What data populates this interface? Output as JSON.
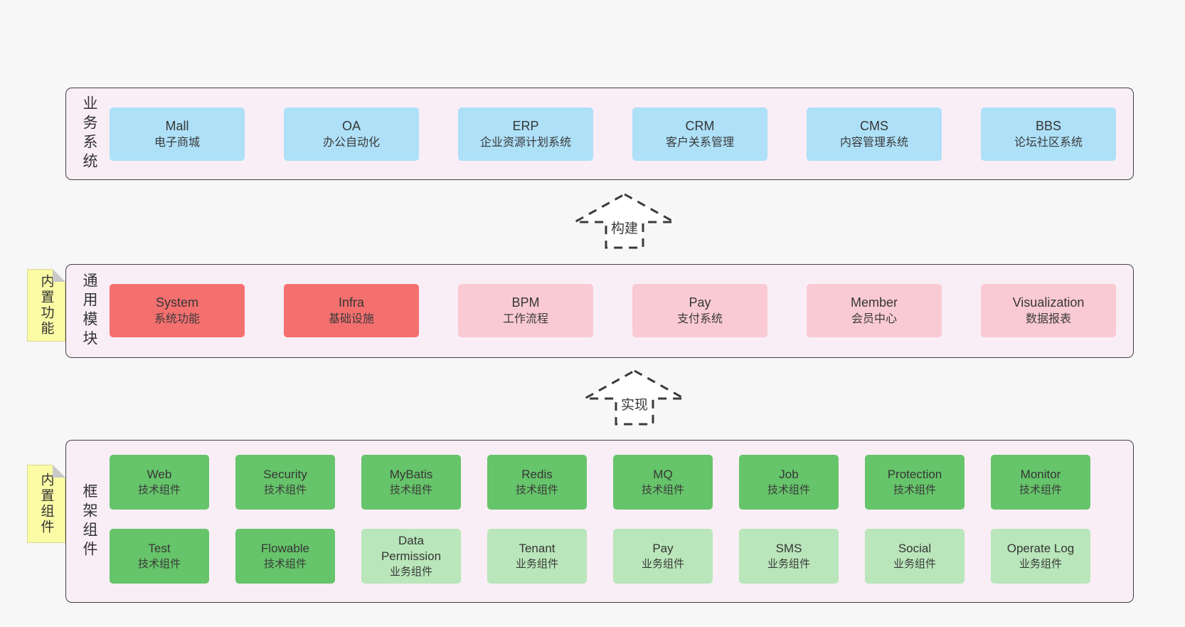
{
  "diagram": {
    "title": "layered-architecture",
    "layers": [
      {
        "label": "业务系统",
        "boxes": [
          {
            "title": "Mall",
            "subtitle": "电子商城"
          },
          {
            "title": "OA",
            "subtitle": "办公自动化"
          },
          {
            "title": "ERP",
            "subtitle": "企业资源计划系统"
          },
          {
            "title": "CRM",
            "subtitle": "客户关系管理"
          },
          {
            "title": "CMS",
            "subtitle": "内容管理系统"
          },
          {
            "title": "BBS",
            "subtitle": "论坛社区系统"
          }
        ]
      },
      {
        "label": "通用模块",
        "note": "内置功能",
        "boxes": [
          {
            "title": "System",
            "subtitle": "系统功能"
          },
          {
            "title": "Infra",
            "subtitle": "基础设施"
          },
          {
            "title": "BPM",
            "subtitle": "工作流程"
          },
          {
            "title": "Pay",
            "subtitle": "支付系统"
          },
          {
            "title": "Member",
            "subtitle": "会员中心"
          },
          {
            "title": "Visualization",
            "subtitle": "数据报表"
          }
        ]
      },
      {
        "label": "框架组件",
        "note": "内置组件",
        "rows": [
          [
            {
              "title": "Web",
              "subtitle": "技术组件"
            },
            {
              "title": "Security",
              "subtitle": "技术组件"
            },
            {
              "title": "MyBatis",
              "subtitle": "技术组件"
            },
            {
              "title": "Redis",
              "subtitle": "技术组件"
            },
            {
              "title": "MQ",
              "subtitle": "技术组件"
            },
            {
              "title": "Job",
              "subtitle": "技术组件"
            },
            {
              "title": "Protection",
              "subtitle": "技术组件"
            },
            {
              "title": "Monitor",
              "subtitle": "技术组件"
            }
          ],
          [
            {
              "title": "Test",
              "subtitle": "技术组件"
            },
            {
              "title": "Flowable",
              "subtitle": "技术组件"
            },
            {
              "title": "Data Permission",
              "subtitle": "业务组件"
            },
            {
              "title": "Tenant",
              "subtitle": "业务组件"
            },
            {
              "title": "Pay",
              "subtitle": "业务组件"
            },
            {
              "title": "SMS",
              "subtitle": "业务组件"
            },
            {
              "title": "Social",
              "subtitle": "业务组件"
            },
            {
              "title": "Operate Log",
              "subtitle": "业务组件"
            }
          ]
        ]
      }
    ],
    "arrows": [
      {
        "label": "构建"
      },
      {
        "label": "实现"
      }
    ],
    "colors": {
      "page_bg": "#f7f7f7",
      "layer_bg": "#f9eef6",
      "layer_border": "#424242",
      "blue": "#aee0f8",
      "red": "#f4706f",
      "pink": "#facad3",
      "green": "#66c46a",
      "light_green": "#b9e6ba",
      "note_yellow": "#fbfba6",
      "note_fold_gray": "#c9c9c9",
      "text": "#3a3a3a"
    }
  }
}
